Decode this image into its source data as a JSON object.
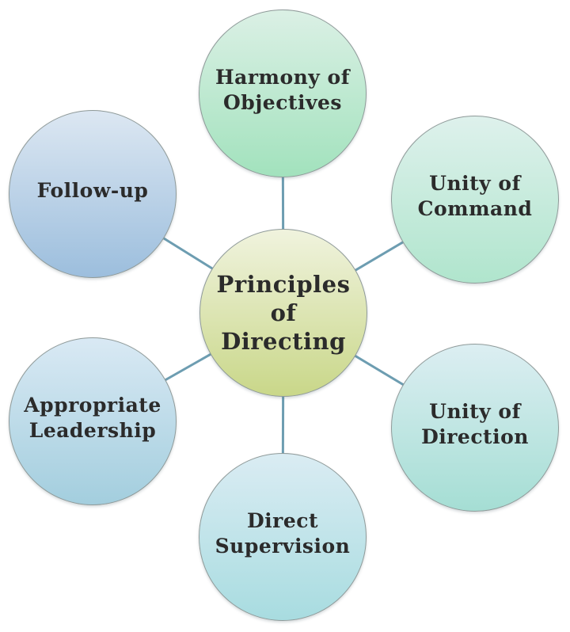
{
  "diagram_title": "Principles of Directing",
  "colors": {
    "connector_line": "#6d9db1",
    "circle_border": "#8f9a99",
    "text": "#2b2b2b",
    "background": "#ffffff"
  },
  "center_node": {
    "label": "Principles\nof\nDirecting",
    "gradient_top": "#f0f3de",
    "gradient_bottom": "#c9d789"
  },
  "nodes": [
    {
      "id": "harmony-of-objectives",
      "label": "Harmony of\nObjectives",
      "gradient_top": "#dbf0e5",
      "gradient_bottom": "#a2e2bd"
    },
    {
      "id": "unity-of-command",
      "label": "Unity of\nCommand",
      "gradient_top": "#def1ec",
      "gradient_bottom": "#b0e5cd"
    },
    {
      "id": "unity-of-direction",
      "label": "Unity of\nDirection",
      "gradient_top": "#dceef2",
      "gradient_bottom": "#a5ded4"
    },
    {
      "id": "direct-supervision",
      "label": "Direct\nSupervision",
      "gradient_top": "#daecf3",
      "gradient_bottom": "#a8dce0"
    },
    {
      "id": "appropriate-leadership",
      "label": "Appropriate\nLeadership",
      "gradient_top": "#d9e9f4",
      "gradient_bottom": "#a3cede"
    },
    {
      "id": "follow-up",
      "label": "Follow-up",
      "gradient_top": "#dce7f2",
      "gradient_bottom": "#9cbedd"
    }
  ]
}
